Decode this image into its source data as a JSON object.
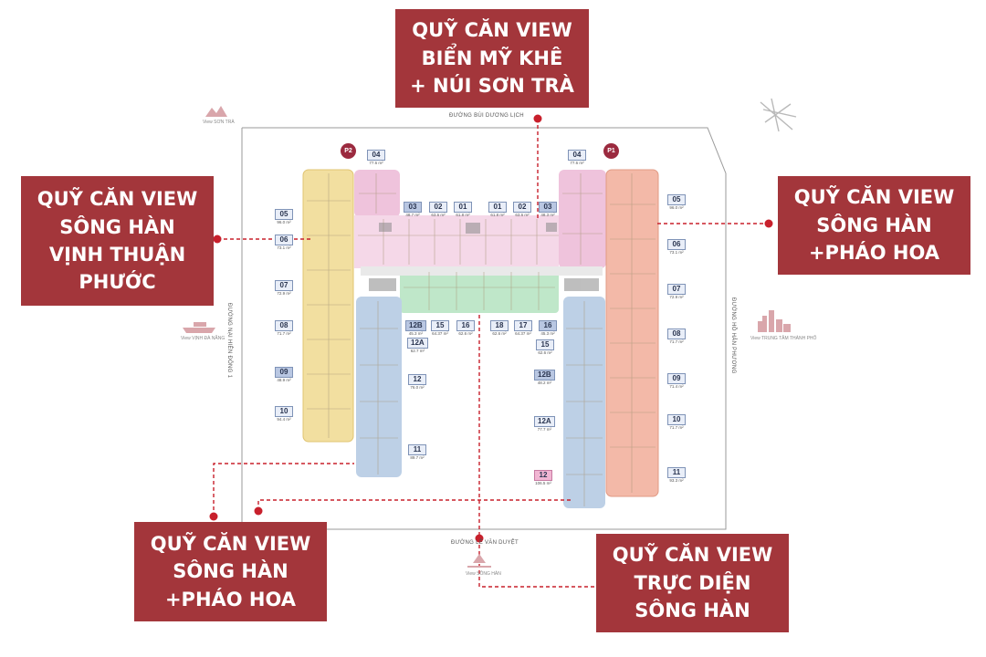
{
  "callouts": {
    "top": [
      "QUỸ CĂN VIEW",
      "BIỂN MỸ KHÊ",
      "+ NÚI SƠN TRÀ"
    ],
    "left": [
      "QUỸ CĂN VIEW",
      "SÔNG HÀN",
      "VỊNH THUẬN",
      "PHƯỚC"
    ],
    "right": [
      "QUỸ CĂN VIEW",
      "SÔNG HÀN",
      "+PHÁO HOA"
    ],
    "bottom_left": [
      "QUỸ CĂN VIEW",
      "SÔNG HÀN",
      "+PHÁO HOA"
    ],
    "bottom_right": [
      "QUỸ CĂN VIEW",
      "TRỰC DIỆN",
      "SÔNG HÀN"
    ]
  },
  "streets": {
    "top": "ĐƯỜNG BÙI DƯƠNG LỊCH",
    "bottom": "ĐƯỜNG LÊ VĂN DUYỆT",
    "left": "ĐƯỜNG NẠI HIÊN ĐÔNG 1",
    "right": "ĐƯỜNG HỒ HẢN PHƯƠNG"
  },
  "views": {
    "top_left": "View SƠN TRÀ",
    "left": "View VỊNH ĐÀ NẴNG",
    "right": "View TRUNG TÂM THÀNH PHỐ",
    "bottom": "View SÔNG HÀN"
  },
  "buildings": {
    "p2": "P2",
    "p1": "P1"
  },
  "colors": {
    "callout": "#a3363b",
    "yellow": "#f2dfa0",
    "pink": "#efc3dc",
    "green": "#bfe7c9",
    "blue": "#bdd0e6",
    "salmon": "#f3b9a8",
    "dots": "#c8202c"
  },
  "units": [
    {
      "num": "04",
      "area": "77.6 m²"
    },
    {
      "num": "05",
      "area": "96.0 m²"
    },
    {
      "num": "06",
      "area": "73.1 m²"
    },
    {
      "num": "07",
      "area": "72.9 m²"
    },
    {
      "num": "08",
      "area": "71.7 m²"
    },
    {
      "num": "09",
      "area": "48.9 m²",
      "style": "blue"
    },
    {
      "num": "10",
      "area": "94.4 m²"
    },
    {
      "num": "11",
      "area": "89.7 m²"
    },
    {
      "num": "03",
      "area": "48.7 m²",
      "style": "blue"
    },
    {
      "num": "02",
      "area": "63.6 m²"
    },
    {
      "num": "01",
      "area": "61.8 m²"
    },
    {
      "num": "01",
      "area": "61.8 m²"
    },
    {
      "num": "02",
      "area": "63.6 m²"
    },
    {
      "num": "03",
      "area": "48.3 m²",
      "style": "blue"
    },
    {
      "num": "04",
      "area": "77.6 m²"
    },
    {
      "num": "05",
      "area": "96.0 m²"
    },
    {
      "num": "06",
      "area": "73.1 m²"
    },
    {
      "num": "07",
      "area": "72.9 m²"
    },
    {
      "num": "08",
      "area": "71.7 m²"
    },
    {
      "num": "09",
      "area": "71.4 m²"
    },
    {
      "num": "10",
      "area": "71.7 m²"
    },
    {
      "num": "11",
      "area": "93.3 m²"
    },
    {
      "num": "12B",
      "area": "45.3 m²",
      "style": "blue"
    },
    {
      "num": "15",
      "area": "64.37 m²"
    },
    {
      "num": "16",
      "area": "62.6 m²"
    },
    {
      "num": "18",
      "area": "62.6 m²"
    },
    {
      "num": "17",
      "area": "64.37 m²"
    },
    {
      "num": "16",
      "area": "45.3 m²",
      "style": "blue"
    },
    {
      "num": "12A",
      "area": "62.7 m²"
    },
    {
      "num": "12",
      "area": "76.0 m²"
    },
    {
      "num": "15",
      "area": "62.6 m²"
    },
    {
      "num": "12B",
      "area": "48.2 m²",
      "style": "blue"
    },
    {
      "num": "12A",
      "area": "77.7 m²"
    },
    {
      "num": "12",
      "area": "106.5 m²",
      "style": "pink"
    }
  ]
}
